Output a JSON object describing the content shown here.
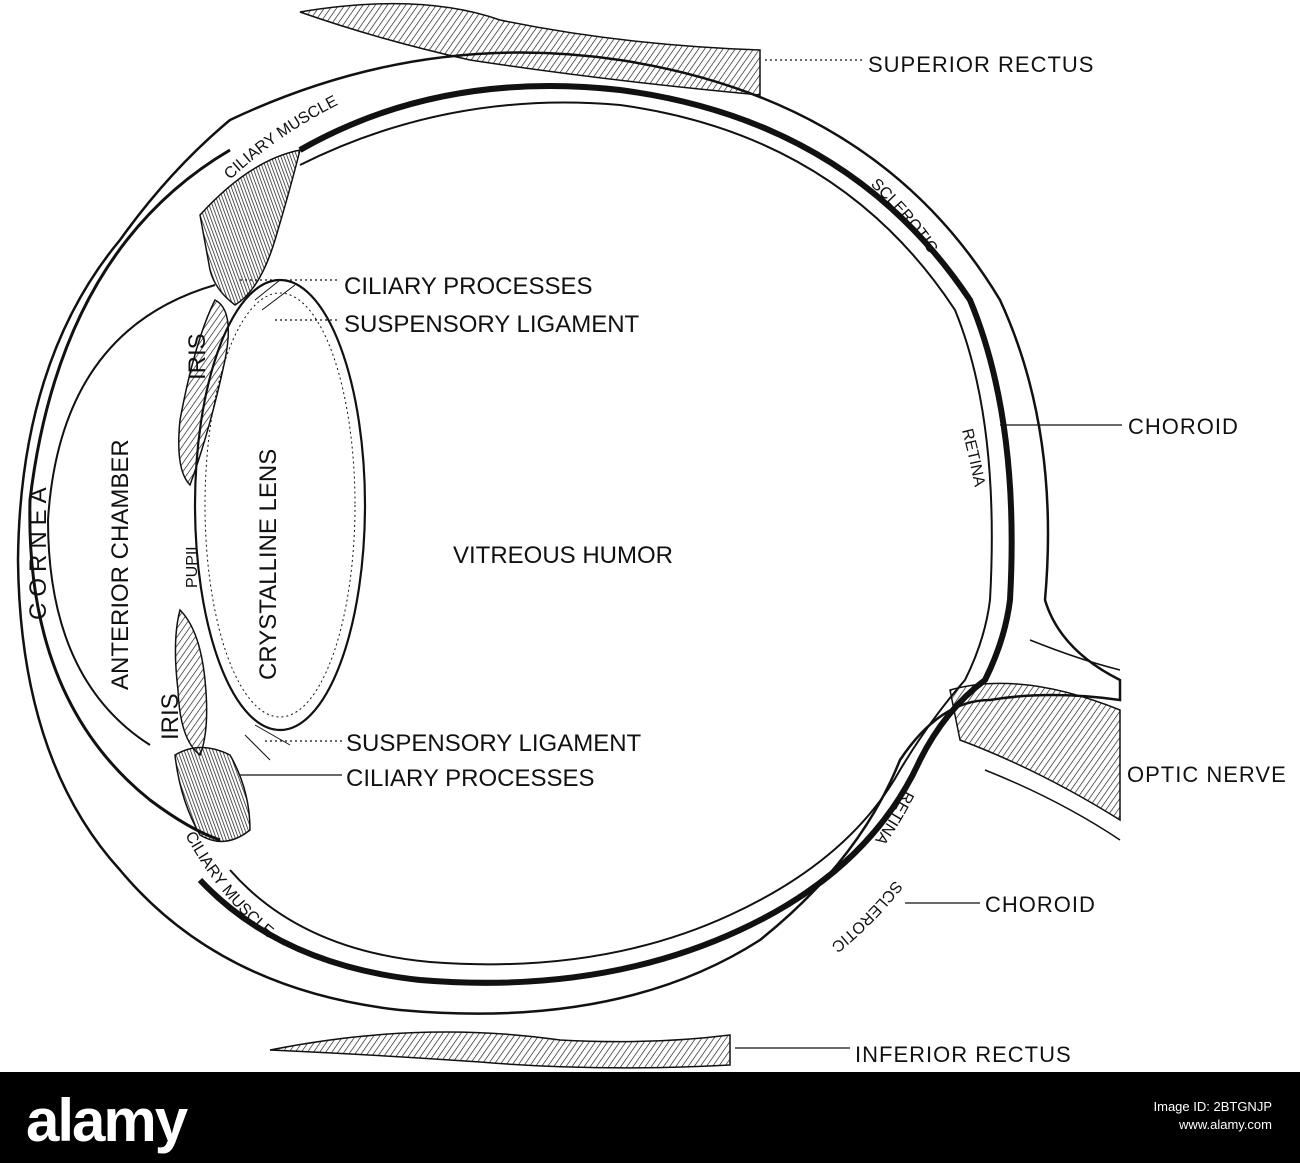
{
  "labels": {
    "superior_rectus": "SUPERIOR RECTUS",
    "ciliary_processes_top": "CILIARY PROCESSES",
    "suspensory_ligament_top": "SUSPENSORY LIGAMENT",
    "choroid_right": "CHOROID",
    "vitreous_humor": "VITREOUS HUMOR",
    "suspensory_ligament_bottom": "SUSPENSORY LIGAMENT",
    "ciliary_processes_bottom": "CILIARY PROCESSES",
    "optic_nerve": "OPTIC NERVE",
    "choroid_bottom": "CHOROID",
    "inferior_rectus": "INFERIOR RECTUS",
    "ciliary_muscle_top": "CILIARY MUSCLE",
    "ciliary_muscle_bottom": "CILIARY MUSCLE",
    "sclerotic_top": "SCLEROTIC",
    "sclerotic_bottom": "SCLEROTIC",
    "retina_top": "RETINA",
    "retina_bottom": "RETINA",
    "cornea": "CORNEA",
    "anterior_chamber": "ANTERIOR CHAMBER",
    "iris_top": "IRIS",
    "iris_bottom": "IRIS",
    "pupil": "PUPIL",
    "crystalline_lens": "CRYSTALLINE LENS"
  },
  "watermark": {
    "logo": "alamy",
    "image_id": "Image ID: 2BTGNJP",
    "site": "www.alamy.com"
  },
  "colors": {
    "ink": "#111111",
    "background": "#ffffff",
    "watermark_bar": "#000000"
  }
}
